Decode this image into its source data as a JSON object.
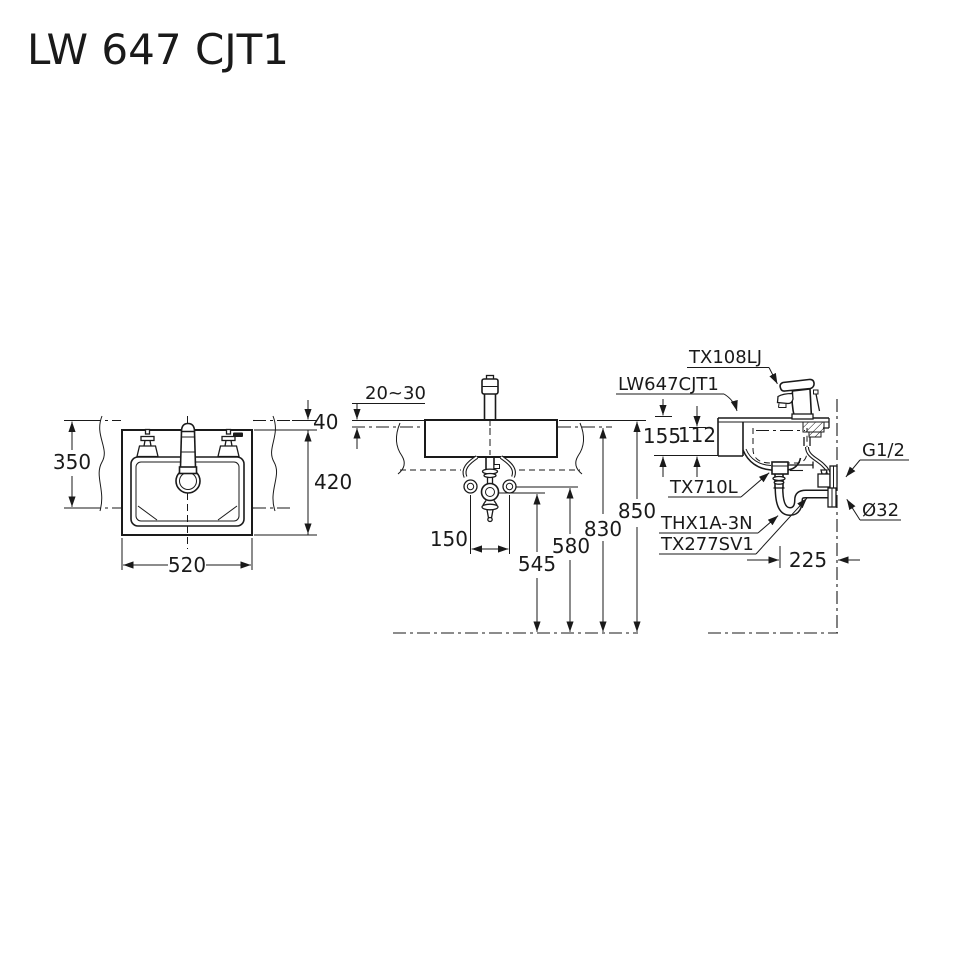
{
  "drawing": {
    "title": "LW 647 CJT1",
    "front_view": {
      "basin_width": "520",
      "basin_height": "420",
      "wall_opening_height": "350",
      "rim_above_wall_line": "40"
    },
    "installation_view": {
      "wall_clearance": "20~30",
      "supply_to_drain_offset": "150",
      "trap_union_height": "545",
      "supply_valve_height": "580",
      "wall_line_height": "830",
      "rim_height": "850"
    },
    "side_view": {
      "deck_to_overflow": "155",
      "rim_to_overflow": "112",
      "trap_to_wall": "225",
      "parts": {
        "faucet": "TX108LJ",
        "lavatory": "LW647CJT1",
        "pop_up_drain": "TX710L",
        "supply_unit": "THX1A-3N",
        "p_trap": "TX277SV1",
        "supply_connection": "G1/2",
        "waste_outlet": "Ø32"
      }
    }
  }
}
